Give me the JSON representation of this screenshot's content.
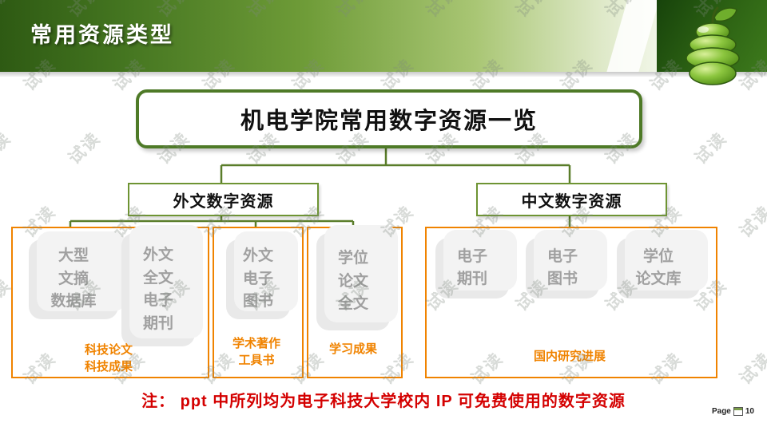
{
  "header": {
    "title": "常用资源类型"
  },
  "watermark": {
    "text": "试读"
  },
  "diagram": {
    "root": "机电学院常用数字资源一览",
    "branches": [
      {
        "label": "外文数字资源",
        "groups": [
          {
            "cards": [
              "大型\n文摘\n数据库",
              "外文\n全文\n电子\n期刊"
            ],
            "caption": "科技论文\n科技成果"
          },
          {
            "cards": [
              "外文\n电子\n图书"
            ],
            "caption": "学术著作\n工具书"
          },
          {
            "cards": [
              "学位\n论文\n全文"
            ],
            "caption": "学习成果"
          }
        ]
      },
      {
        "label": "中文数字资源",
        "groups": [
          {
            "cards": [
              "电子\n期刊",
              "电子\n图书",
              "学位\n论文库"
            ],
            "caption": "国内研究进展"
          }
        ]
      }
    ]
  },
  "note": "注：  ppt 中所列均为电子科技大学校内 IP 可免费使用的数字资源",
  "footer": {
    "page_label": "Page",
    "page_number": "10"
  },
  "colors": {
    "accent_green": "#4e7a27",
    "line_green": "#5a7d2a",
    "group_orange": "#f08300",
    "note_red": "#d40000"
  }
}
